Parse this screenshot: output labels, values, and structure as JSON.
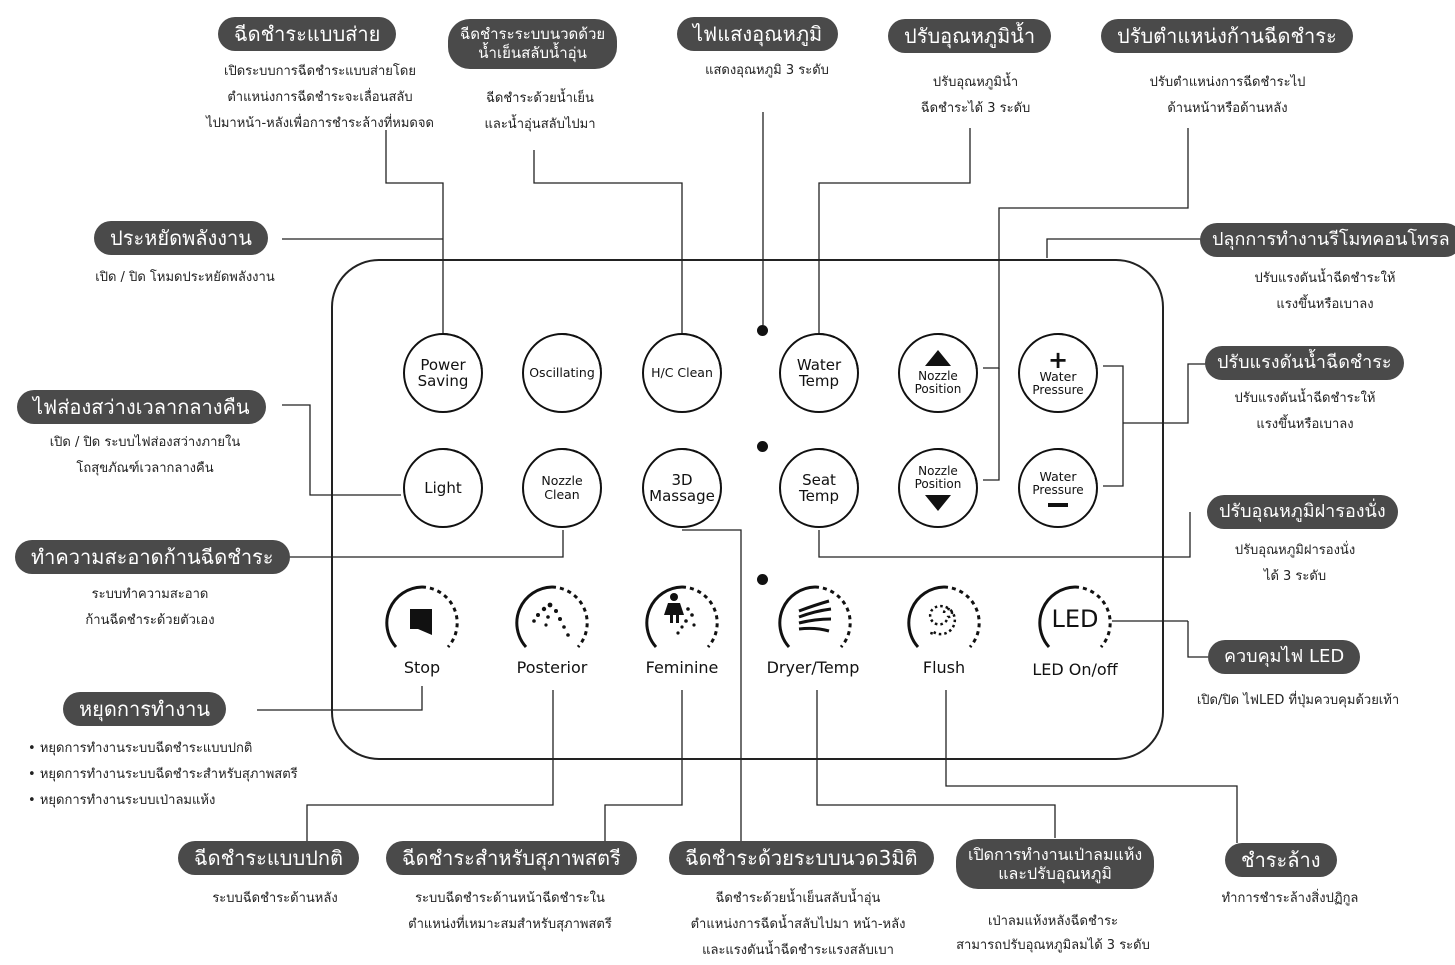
{
  "panel": {
    "buttons": {
      "power_saving": [
        "Power",
        "Saving"
      ],
      "oscillating": "Oscillating",
      "hc_clean": "H/C Clean",
      "water_temp": [
        "Water",
        "Temp"
      ],
      "nozzle_up": [
        "Nozzle",
        "Position"
      ],
      "water_pressure_up": [
        "Water",
        "Pressure"
      ],
      "light": "Light",
      "nozzle_clean": [
        "Nozzle",
        "Clean"
      ],
      "massage_3d": [
        "3D",
        "Massage"
      ],
      "seat_temp": [
        "Seat",
        "Temp"
      ],
      "nozzle_down": [
        "Nozzle",
        "Position"
      ],
      "water_pressure_down": [
        "Water",
        "Pressure"
      ]
    },
    "arc_buttons": {
      "stop": "Stop",
      "posterior": "Posterior",
      "feminine": "Feminine",
      "dryer": "Dryer/Temp",
      "flush": "Flush",
      "led_icon": "LED",
      "led": "LED On/off"
    }
  },
  "callouts": {
    "spray_wide": {
      "title": "ฉีดชำระแบบส่าย",
      "desc": [
        "เปิดระบบการฉีดชำระแบบส่ายโดย",
        "ตำแหน่งการฉีดชำระจะเลื่อนสลับ",
        "ไปมาหน้า-หลังเพื่อการชำระล้างที่หมดจด"
      ]
    },
    "massage_hot_cold": {
      "title": [
        "ฉีดชำระระบบนวดด้วย",
        "น้ำเย็นสลับน้ำอุ่น"
      ],
      "desc": [
        "ฉีดชำระด้วยน้ำเย็น",
        "และน้ำอุ่นสลับไปมา"
      ]
    },
    "temp_light": {
      "title": "ไฟแสงอุณหภูมิ",
      "desc": [
        "แสดงอุณหภูมิ 3 ระดับ"
      ]
    },
    "water_temp": {
      "title": "ปรับอุณหภูมิน้ำ",
      "desc": [
        "ปรับอุณหภูมิน้ำ",
        "ฉีดชำระได้ 3 ระดับ"
      ]
    },
    "nozzle_position": {
      "title": "ปรับตำแหน่งก้านฉีดชำระ",
      "desc": [
        "ปรับตำแหน่งการฉีดชำระไป",
        "ด้านหน้าหรือด้านหลัง"
      ]
    },
    "energy_saving": {
      "title": "ประหยัดพลังงาน",
      "desc": [
        "เปิด / ปิด โหมดประหยัดพลังงาน"
      ]
    },
    "remote_wake": {
      "title": "ปลุกการทำงานรีโมทคอนโทรล",
      "desc": [
        "ปรับแรงดันน้ำฉีดชำระให้",
        "แรงขึ้นหรือเบาลง"
      ]
    },
    "night_light": {
      "title": "ไฟส่องสว่างเวลากลางคืน",
      "desc": [
        "เปิด / ปิด ระบบไฟส่องสว่างภายใน",
        "โถสุขภัณฑ์เวลากลางคืน"
      ]
    },
    "water_pressure": {
      "title": "ปรับแรงดันน้ำฉีดชำระ",
      "desc": [
        "ปรับแรงดันน้ำฉีดชำระให้",
        "แรงขึ้นหรือเบาลง"
      ]
    },
    "nozzle_clean": {
      "title": "ทำความสะอาดก้านฉีดชำระ",
      "desc": [
        "ระบบทำความสะอาด",
        "ก้านฉีดชำระด้วยตัวเอง"
      ]
    },
    "seat_temp": {
      "title": "ปรับอุณหภูมิฝารองนั่ง",
      "desc": [
        "ปรับอุณหภูมิฝารองนั่ง",
        "ได้ 3 ระดับ"
      ]
    },
    "led_control": {
      "title": "ควบคุมไฟ LED",
      "desc": [
        "เปิด/ปิด  ไฟLED ที่ปุ่มควบคุมด้วยเท้า"
      ]
    },
    "stop": {
      "title": "หยุดการทำงาน",
      "desc": [
        "หยุดการทำงานระบบฉีดชำระแบบปกติ",
        "หยุดการทำงานระบบฉีดชำระสำหรับสุภาพสตรี",
        "หยุดการทำงานระบบเป่าลมแห้ง"
      ]
    },
    "posterior": {
      "title": "ฉีดชำระแบบปกติ",
      "desc": [
        "ระบบฉีดชำระด้านหลัง"
      ]
    },
    "feminine": {
      "title": "ฉีดชำระสำหรับสุภาพสตรี",
      "desc": [
        "ระบบฉีดชำระด้านหน้าฉีดชำระใน",
        "ตำแหน่งที่เหมาะสมสำหรับสุภาพสตรี"
      ]
    },
    "massage_3d": {
      "title": "ฉีดชำระด้วยระบบนวด3มิติ",
      "desc": [
        "ฉีดชำระด้วยน้ำเย็นสลับน้ำอุ่น",
        "ตำแหน่งการฉีดน้ำสลับไปมา หน้า-หลัง",
        "และแรงดันน้ำฉีดชำระแรงสลับเบา"
      ]
    },
    "dryer": {
      "title": [
        "เปิดการทำงานเป่าลมแห้ง",
        "และปรับอุณหภูมิ"
      ],
      "desc": [
        "เป่าลมแห้งหลังฉีดชำระ",
        "สามารถปรับอุณหภูมิลมได้ 3 ระดับ"
      ]
    },
    "flush": {
      "title": "ชำระล้าง",
      "desc": [
        "ทำการชำระล้างสิ่งปฏิกูล"
      ]
    }
  }
}
